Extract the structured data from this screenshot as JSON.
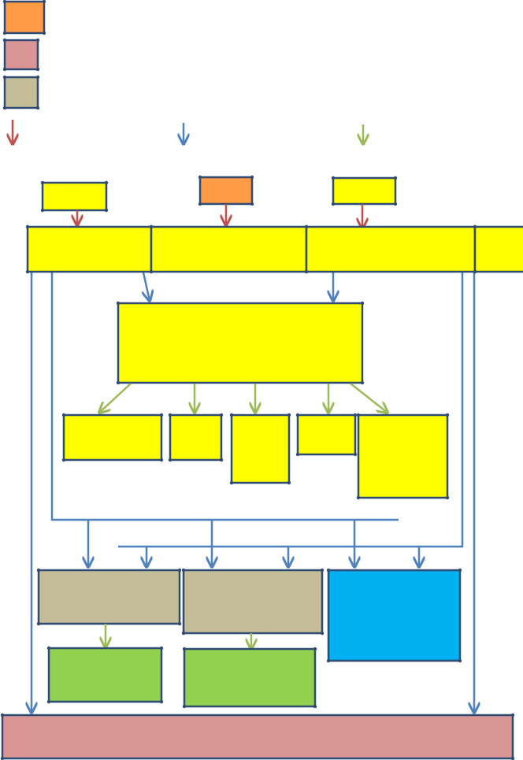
{
  "palette": {
    "orange": "#ff9a45",
    "pink": "#d99694",
    "tan": "#c4bd97",
    "yellow": "#ffff00",
    "green": "#92d050",
    "cyan": "#00b0f0",
    "border": "#2f4a73",
    "arrow_red": "#c0504d",
    "arrow_blue": "#4f81bd",
    "arrow_green": "#9bbb59"
  },
  "legend": {
    "swatches": [
      {
        "name": "orange-swatch",
        "color": "orange"
      },
      {
        "name": "pink-swatch",
        "color": "pink"
      },
      {
        "name": "tan-swatch",
        "color": "tan"
      }
    ],
    "arrows": [
      {
        "name": "red-arrow-legend",
        "color": "arrow_red"
      },
      {
        "name": "blue-arrow-legend",
        "color": "arrow_blue"
      },
      {
        "name": "green-arrow-legend",
        "color": "arrow_green"
      }
    ]
  },
  "nodes": [
    {
      "name": "input-box-left",
      "color": "yellow"
    },
    {
      "name": "input-box-center",
      "color": "orange"
    },
    {
      "name": "input-box-right",
      "color": "yellow"
    },
    {
      "name": "top-band-segment-1",
      "color": "yellow"
    },
    {
      "name": "top-band-segment-2",
      "color": "yellow"
    },
    {
      "name": "top-band-segment-3",
      "color": "yellow"
    },
    {
      "name": "top-band-segment-4",
      "color": "yellow"
    },
    {
      "name": "central-box",
      "color": "yellow"
    },
    {
      "name": "child-box-1",
      "color": "yellow"
    },
    {
      "name": "child-box-2",
      "color": "yellow"
    },
    {
      "name": "child-box-3",
      "color": "yellow"
    },
    {
      "name": "child-box-4",
      "color": "yellow"
    },
    {
      "name": "child-box-5",
      "color": "yellow"
    },
    {
      "name": "tan-box-left",
      "color": "tan"
    },
    {
      "name": "tan-box-center",
      "color": "tan"
    },
    {
      "name": "blue-box-right",
      "color": "cyan"
    },
    {
      "name": "green-box-left",
      "color": "green"
    },
    {
      "name": "green-box-center",
      "color": "green"
    },
    {
      "name": "bottom-pink-band",
      "color": "pink"
    }
  ]
}
